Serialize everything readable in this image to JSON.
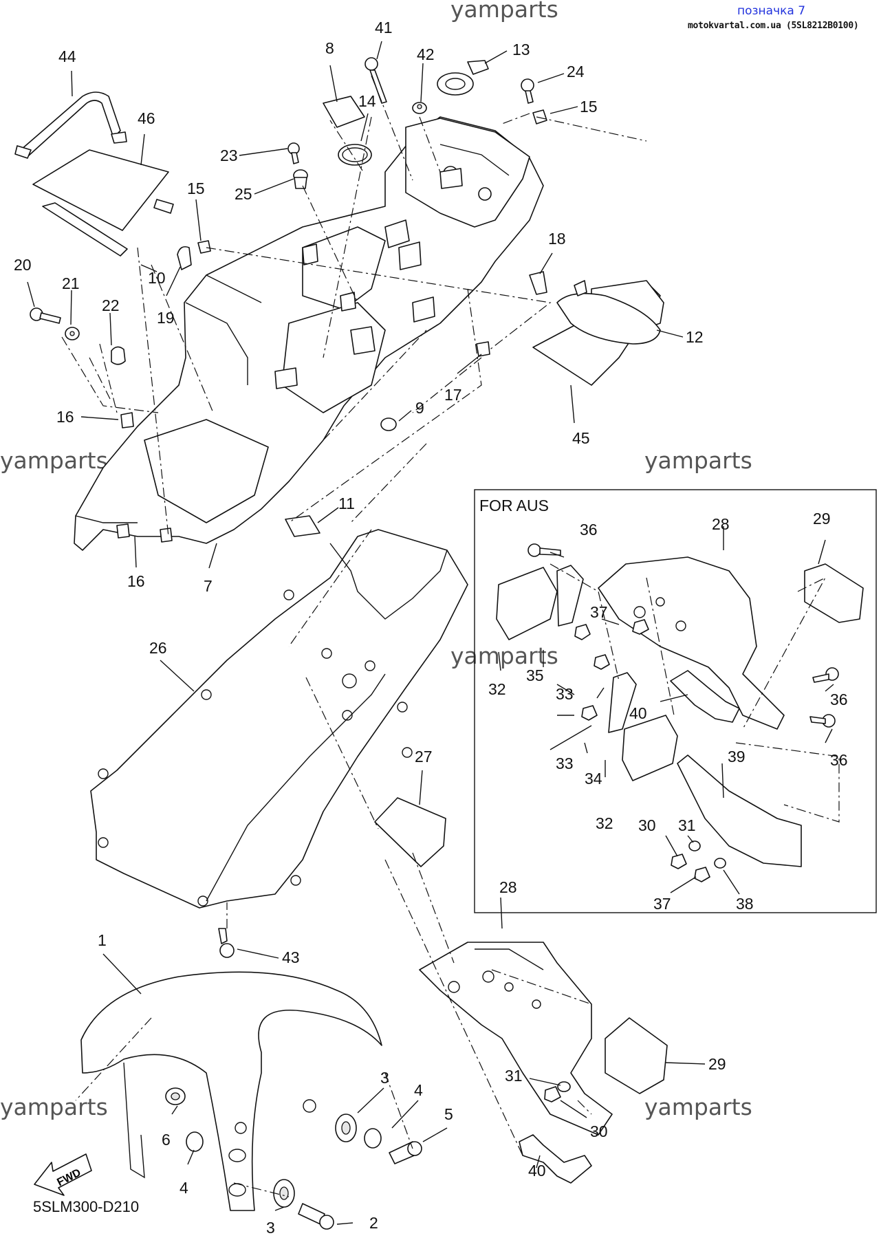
{
  "header": {
    "link_text": "позначка 7",
    "source_text": "motokvartal.com.ua (5SL8212B0100)"
  },
  "watermark": "yamparts",
  "diagram_code": "5SLM300-D210",
  "inset_label": "FOR AUS",
  "fwd_label": "FWD",
  "colors": {
    "link": "#2233dd",
    "lines": "#111111",
    "watermark": "#555555"
  },
  "callouts": [
    "44",
    "46",
    "10",
    "8",
    "41",
    "14",
    "42",
    "13",
    "24",
    "15",
    "23",
    "25",
    "15",
    "19",
    "20",
    "21",
    "22",
    "18",
    "12",
    "45",
    "16",
    "9",
    "17",
    "16",
    "11",
    "7",
    "26",
    "27",
    "1",
    "43",
    "28",
    "29",
    "31",
    "30",
    "40",
    "3",
    "4",
    "5",
    "6",
    "4",
    "3",
    "2",
    "36",
    "28",
    "29",
    "37",
    "35",
    "33",
    "32",
    "33",
    "34",
    "32",
    "40",
    "36",
    "36",
    "39",
    "31",
    "30",
    "37",
    "38"
  ]
}
